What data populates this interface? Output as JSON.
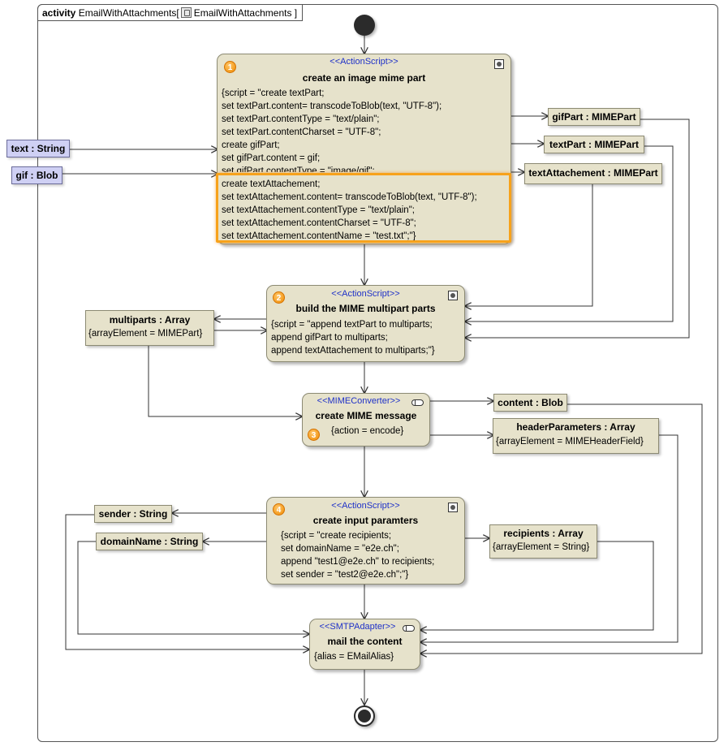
{
  "frame": {
    "keyword": "activity",
    "name": "EmailWithAttachments",
    "bracket_open": "[",
    "diagram_ref": "EmailWithAttachments",
    "bracket_close": "]"
  },
  "actions": {
    "a1": {
      "number": "1",
      "stereotype": "<<ActionScript>>",
      "name": "create an image mime part",
      "code": "{script = \"create textPart;\nset textPart.content= transcodeToBlob(text, \"UTF-8\");\nset textPart.contentType = \"text/plain\";\nset textPart.contentCharset = \"UTF-8\";\ncreate gifPart;\nset gifPart.content = gif;\nset gifPart.contentType = \"image/gif\";",
      "code_highlighted": "create textAttachement;\nset textAttachement.content= transcodeToBlob(text, \"UTF-8\");\nset textAttachement.contentType = \"text/plain\";\nset textAttachement.contentCharset = \"UTF-8\";\nset textAttachement.contentName = \"test.txt\";\"}"
    },
    "a2": {
      "number": "2",
      "stereotype": "<<ActionScript>>",
      "name": "build the MIME multipart parts",
      "code": "{script = \"append textPart to multiparts;\nappend gifPart to multiparts;\nappend textAttachement to multiparts;\"}"
    },
    "a3": {
      "number": "3",
      "stereotype": "<<MIMEConverter>>",
      "name": "create MIME message",
      "code": "{action = encode}"
    },
    "a4": {
      "number": "4",
      "stereotype": "<<ActionScript>>",
      "name": "create input paramters",
      "code": "{script = \"create recipients;\nset domainName = \"e2e.ch\";\nappend \"test1@e2e.ch\" to recipients;\nset sender = \"test2@e2e.ch\";\"}"
    },
    "a5": {
      "stereotype": "<<SMTPAdapter>>",
      "name": "mail the content",
      "code": "{alias = EMailAlias}"
    }
  },
  "params": {
    "text": "text : String",
    "gif": "gif : Blob"
  },
  "objects": {
    "gifPart": {
      "title": "gifPart : MIMEPart"
    },
    "textPart": {
      "title": "textPart : MIMEPart"
    },
    "textAttachement": {
      "title": "textAttachement : MIMEPart"
    },
    "multiparts": {
      "title": "multiparts : Array",
      "constraint": "{arrayElement = MIMEPart}"
    },
    "content": {
      "title": "content : Blob"
    },
    "headerParameters": {
      "title": "headerParameters : Array",
      "constraint": "{arrayElement = MIMEHeaderField}"
    },
    "sender": {
      "title": "sender : String"
    },
    "domainName": {
      "title": "domainName : String"
    },
    "recipients": {
      "title": "recipients : Array",
      "constraint": "{arrayElement = String}"
    }
  },
  "colors": {
    "node_fill": "#e6e2cb",
    "param_fill": "#cfd0f4",
    "stereotype": "#1f31c8",
    "highlight": "#f7a21b",
    "badge": "#f08a00"
  }
}
